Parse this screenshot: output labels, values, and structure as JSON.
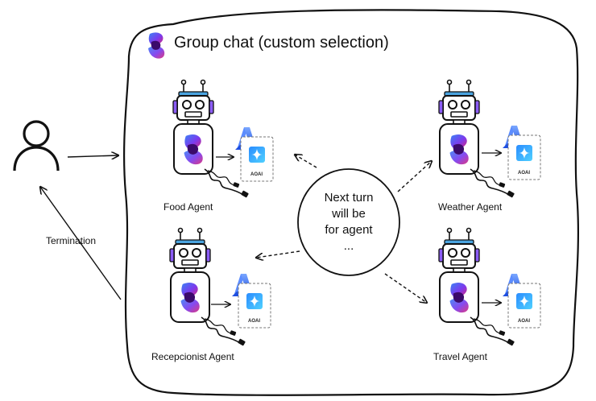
{
  "title": "Group chat (custom selection)",
  "agents": [
    {
      "name": "Food Agent"
    },
    {
      "name": "Weather Agent"
    },
    {
      "name": "Recepcionist Agent"
    },
    {
      "name": "Travel Agent"
    }
  ],
  "bubble": {
    "line1": "Next turn",
    "line2": "will be",
    "line3": "for agent",
    "line4": "..."
  },
  "termination_label": "Termination",
  "service_label": "AOAI",
  "colors": {
    "outline": "#111111",
    "logo_gradient": [
      "#3b82f6",
      "#7c3aed",
      "#db2777"
    ],
    "robot_antenna_blue": "#4aa3df",
    "robot_ear_purple": "#8b5cf6",
    "azure_blue": "#1f6fe5",
    "aoai_gradient": [
      "#2a8cff",
      "#4fd1ff"
    ]
  }
}
